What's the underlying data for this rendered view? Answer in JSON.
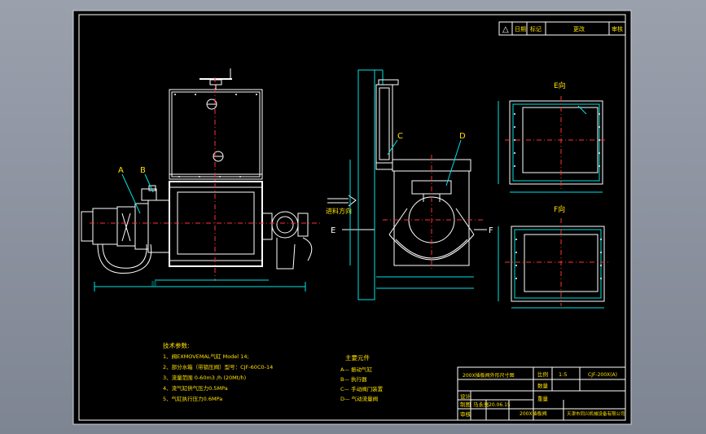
{
  "drawing": {
    "side_labels": {
      "a": "A",
      "b": "B",
      "c": "C",
      "d": "D",
      "e": "E",
      "f": "F"
    },
    "flow_direction": "进料方向",
    "view_e": "E向",
    "view_f": "F向"
  },
  "revision_table": {
    "symbol": "△",
    "col_date": "日期",
    "col_mark": "标记",
    "col_content": "更改",
    "col_sign": "审核"
  },
  "tech_notes": {
    "heading": "技术参数:",
    "lines": [
      "1、阀EXMOVEMAL气缸 Model 14;",
      "2、部分水箱（带锁压阀）型号：CJF-60C0-14",
      "3、流量范围 0-60m3 /h  (20Mt/h)",
      "4、流气缸供气压力0.5MPa",
      "5、气缸执行压力0.6MPa"
    ]
  },
  "components": {
    "heading": "主要元件",
    "lines": [
      "A— 振动气缸",
      "B— 执行器",
      "C— 手动阀门装置",
      "D— 气动流量阀"
    ]
  },
  "title_block": {
    "drawing_name": "200X插板阀外形尺寸图",
    "scale_label": "比例",
    "scale_value": "1:5",
    "drawing_no": "CJF-200X(A)",
    "qty_label": "数量",
    "weight_label": "重量",
    "draw_label": "制图",
    "drawer": "马永亮",
    "date": "20.06.15",
    "check_label": "审核",
    "design_label": "设计",
    "part_name": "200X插板阀",
    "company": "天津市同兴机械设备有限公司"
  },
  "colors": {
    "frame": "#ffffff",
    "cad": "#00e5e5",
    "text": "#ffe000",
    "centerline": "#ff3030"
  }
}
